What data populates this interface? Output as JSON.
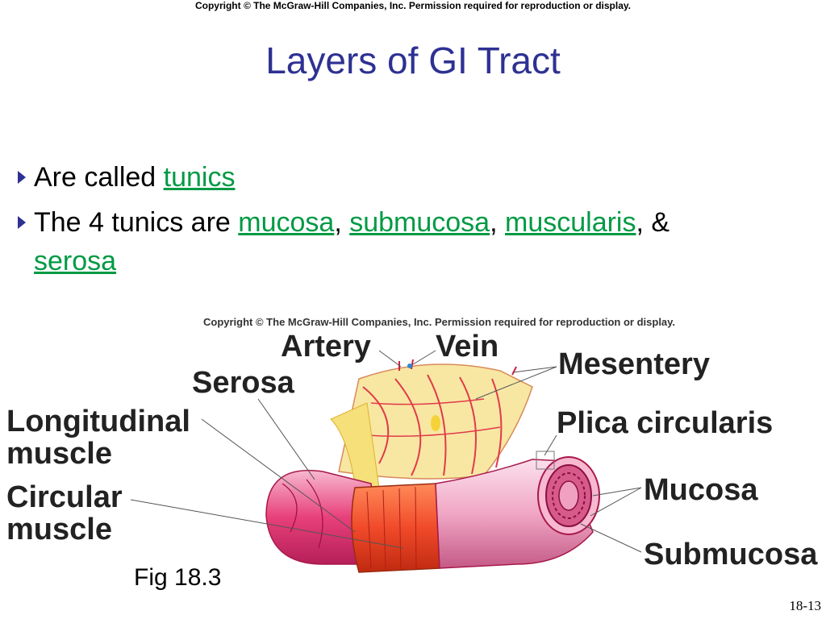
{
  "header": {
    "copyright": "Copyright © The McGraw-Hill Companies, Inc. Permission required for reproduction or display."
  },
  "title": "Layers of GI Tract",
  "bullets": {
    "b1": {
      "prefix": "Are called ",
      "term": "tunics"
    },
    "b2": {
      "prefix": "The 4 tunics are ",
      "t1": "mucosa",
      "sep1": ", ",
      "t2": "submucosa",
      "sep2": ", ",
      "t3": "muscularis",
      "sep3": ", & ",
      "t4": "serosa"
    }
  },
  "figure": {
    "copyright": "Copyright © The McGraw-Hill Companies, Inc. Permission required for reproduction or display.",
    "labels": {
      "artery": "Artery",
      "vein": "Vein",
      "mesentery": "Mesentery",
      "serosa": "Serosa",
      "longitudinal": "Longitudinal",
      "longitudinal2": "muscle",
      "plica": "Plica circularis",
      "circular": "Circular",
      "circular2": "muscle",
      "mucosa": "Mucosa",
      "submucosa": "Submucosa"
    },
    "caption": "Fig 18.3"
  },
  "footer": {
    "slide_number": "18-13"
  },
  "colors": {
    "title": "#2e3192",
    "term": "#009a44",
    "tube": "#e8407a",
    "muscle_band": "#f04a2a",
    "mesentery": "#f7e7a3"
  }
}
